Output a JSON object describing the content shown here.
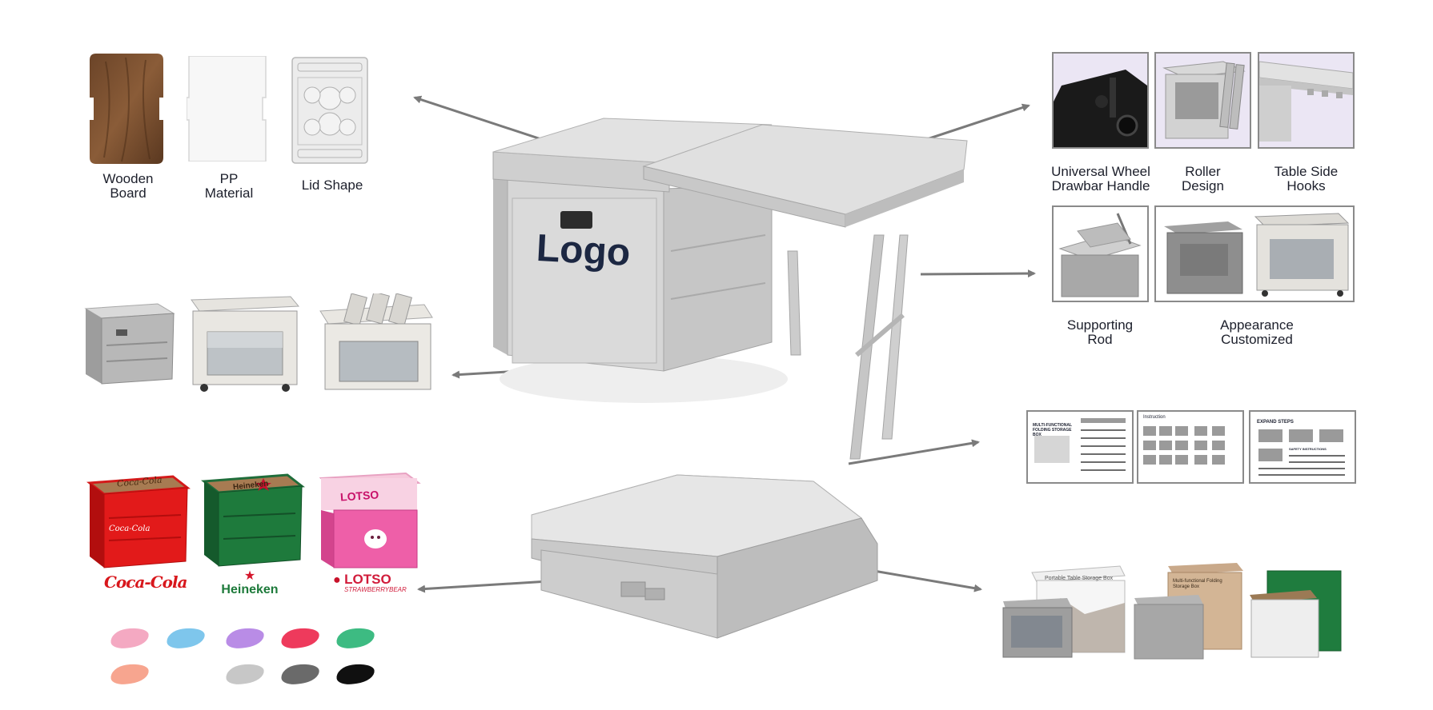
{
  "materials": {
    "wooden_board_line1": "Wooden",
    "wooden_board_line2": "Board",
    "pp_line1": "PP",
    "pp_line2": "Material",
    "lid_shape": "Lid Shape"
  },
  "features": {
    "wheel_line1": "Universal Wheel",
    "wheel_line2": "Drawbar Handle",
    "roller_line1": "Roller",
    "roller_line2": "Design",
    "hooks_line1": "Table Side",
    "hooks_line2": "Hooks",
    "rod_line1": "Supporting",
    "rod_line2": "Rod",
    "appearance_line1": "Appearance",
    "appearance_line2": "Customized"
  },
  "hero": {
    "logo_text": "Logo"
  },
  "brands": {
    "cocacola_lid": "Coca-Cola",
    "cocacola_front": "Coca-Cola",
    "cocacola_logo": "Coca-Cola",
    "heineken_lid": "Heineken",
    "heineken_logo": "Heineken",
    "lotso_lid": "LOTSO",
    "lotso_logo_main": "LOTSO",
    "lotso_logo_sub": "STRAWBERRYBEAR"
  },
  "manuals": {
    "m1_title": "MULTI-FUNCTIONAL FOLDING STORAGE BOX",
    "m2_title": "Instruction",
    "m3_title": "EXPAND STEPS",
    "m3_sub": "SAFETY INSTRUCTIONS"
  },
  "packaging": {
    "pkg1_title": "Portable Table Storage Box",
    "pkg2_title": "Multi-functional Folding Storage Box"
  },
  "colors": {
    "swatches_row1": [
      "#f4a9c2",
      "#7ec6ec",
      "#b98ce6",
      "#ee3a5c",
      "#3dbb82"
    ],
    "swatches_row2": [
      "#f7a58f",
      "#c7c7c7",
      "#6a6a6a",
      "#101010"
    ],
    "arrow": "#7a7a7a",
    "frame": "#8a8a8a"
  }
}
